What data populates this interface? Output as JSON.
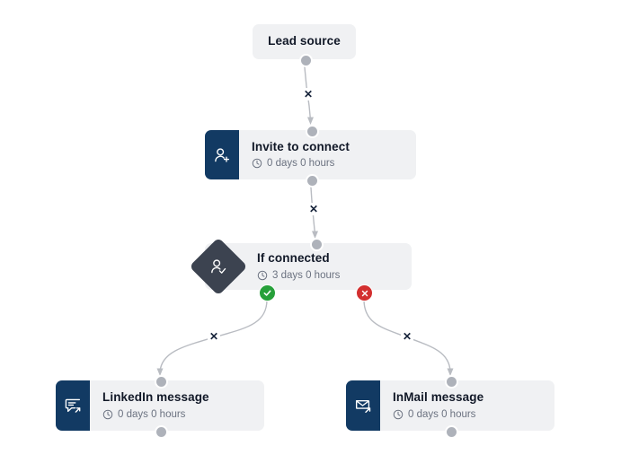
{
  "canvas": {
    "background": "#ffffff",
    "card_background": "#f0f1f3",
    "icon_tile_color": "#123a63",
    "diamond_color": "#3c4350",
    "edge_color": "#b9bcc2",
    "port_color": "#aeb2ba",
    "yes_badge_color": "#27a03a",
    "no_badge_color": "#d32f2f"
  },
  "nodes": {
    "lead_source": {
      "title": "Lead source",
      "icon": "none"
    },
    "invite_to_connect": {
      "title": "Invite to connect",
      "delay": "0 days 0 hours",
      "icon": "person-add-icon",
      "delay_icon": "clock-icon"
    },
    "if_connected": {
      "title": "If connected",
      "delay": "3 days 0 hours",
      "icon": "person-check-icon",
      "delay_icon": "clock-icon"
    },
    "linkedin_message": {
      "title": "LinkedIn message",
      "delay": "0 days 0 hours",
      "icon": "chat-bubble-arrow-icon",
      "delay_icon": "clock-icon"
    },
    "inmail_message": {
      "title": "InMail message",
      "delay": "0 days 0 hours",
      "icon": "envelope-arrow-icon",
      "delay_icon": "clock-icon"
    }
  },
  "branches": {
    "yes_label": "✓",
    "no_label": "✕"
  },
  "edges": {
    "delete_label": "✕"
  }
}
